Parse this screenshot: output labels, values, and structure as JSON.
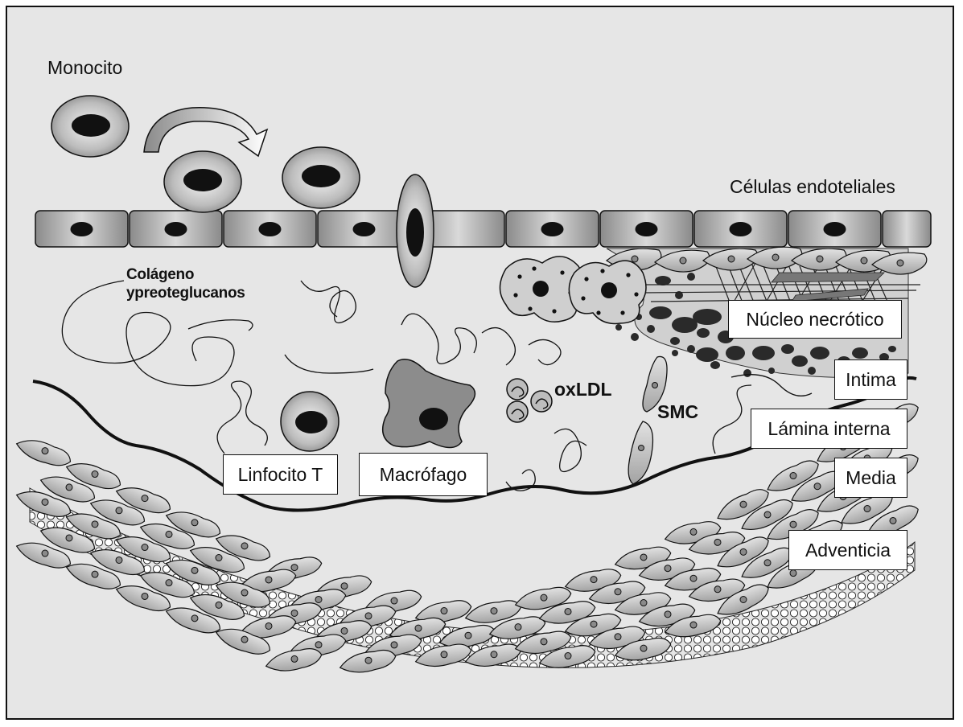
{
  "labels": {
    "monocito": "Monocito",
    "celulas_endoteliales": "Células endoteliales",
    "colageno_line1": "Colágeno",
    "colageno_line2": "ypreoteglucanos",
    "oxldl": "oxLDL",
    "smc": "SMC"
  },
  "boxes": {
    "nucleo_necrotico": "Núcleo necrótico",
    "intima": "Intima",
    "lamina_interna": "Lámina interna",
    "media": "Media",
    "adventicia": "Adventicia",
    "linfocito_t": "Linfocito T",
    "macrofago": "Macrófago"
  },
  "colors": {
    "background": "#e6e6e6",
    "frame_border": "#111111",
    "cell_fill": "#bdbdbd",
    "nucleus": "#111111",
    "macrophage_fill": "#8c8c8c",
    "label_box": "#ffffff"
  }
}
